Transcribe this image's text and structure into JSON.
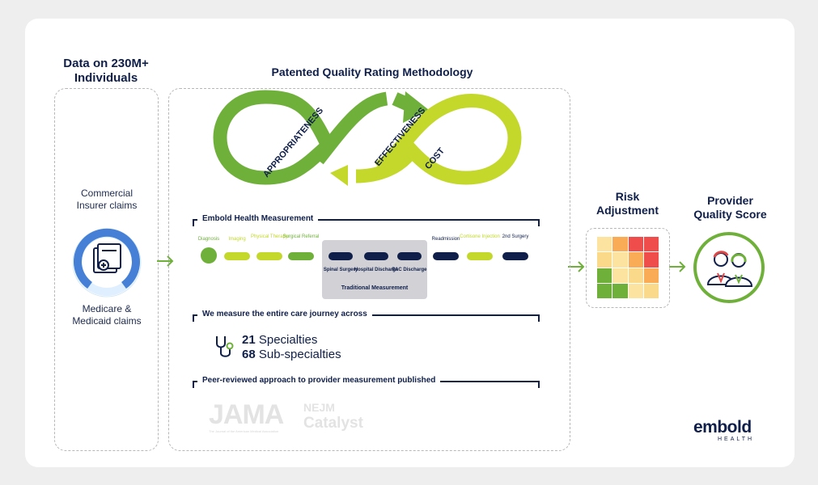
{
  "left_panel": {
    "title": "Data on 230M+ Individuals",
    "commercial_label": "Commercial Insurer claims",
    "medicare_label": "Medicare & Medicaid claims",
    "icon": "folder-add-icon"
  },
  "methodology": {
    "title": "Patented Quality Rating Methodology",
    "loop_words": [
      "APPROPRIATENESS",
      "EFFECTIVENESS",
      "COST"
    ],
    "measurement_title": "Embold Health Measurement",
    "steps": [
      {
        "label": "Diagnosis",
        "color": "#6fb03a"
      },
      {
        "label": "Imaging",
        "color": "#c3d82b"
      },
      {
        "label": "Physical Therapy",
        "color": "#c3d82b"
      },
      {
        "label": "Surgical Referral",
        "color": "#6fb03a"
      },
      {
        "label": "Spinal Surgery",
        "color": "#0f1f4a"
      },
      {
        "label": "Hospital Discharge",
        "color": "#0f1f4a"
      },
      {
        "label": "PAC Discharge",
        "color": "#0f1f4a"
      },
      {
        "label": "Readmission",
        "color": "#0f1f4a"
      },
      {
        "label": "Cortisone Injection",
        "color": "#c3d82b"
      },
      {
        "label": "2nd Surgery",
        "color": "#0f1f4a"
      }
    ],
    "traditional_label": "Traditional Measurement",
    "journey_title": "We measure the entire care journey across",
    "specialties_num": "21",
    "specialties_text": "Specialties",
    "subspecialties_num": "68",
    "subspecialties_text": "Sub-specialties",
    "peer_title": "Peer-reviewed approach to provider measurement published",
    "jama": "JAMA",
    "jama_sub": "The Journal of the American Medical Association",
    "nejm": "NEJM",
    "catalyst": "Catalyst"
  },
  "risk": {
    "title": "Risk Adjustment",
    "grid": [
      [
        "#fde3a0",
        "#f9ab55",
        "#ef4c4c",
        "#ef4c4c"
      ],
      [
        "#fbd98a",
        "#fde3a0",
        "#f9ab55",
        "#ef4c4c"
      ],
      [
        "#6fb03a",
        "#fde3a0",
        "#fbd98a",
        "#f9ab55"
      ],
      [
        "#6fb03a",
        "#6fb03a",
        "#fde3a0",
        "#fbd98a"
      ]
    ]
  },
  "provider": {
    "title": "Provider Quality Score",
    "icon": "doctors-icon"
  },
  "brand": {
    "name": "embold",
    "sub": "HEALTH",
    "green": "#6fb03a",
    "lime": "#c3d82b",
    "navy": "#0f1f4a"
  }
}
